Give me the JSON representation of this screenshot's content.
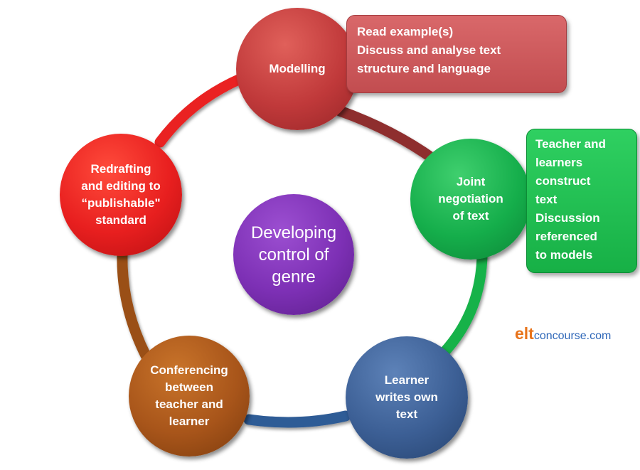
{
  "diagram": {
    "center": {
      "label": "Developing\ncontrol of\ngenre",
      "color": "#7d30b5"
    },
    "nodes": [
      {
        "id": "modelling",
        "label": "Modelling",
        "color": "#c0393a"
      },
      {
        "id": "joint",
        "label": "Joint\nnegotiation\nof text",
        "color": "#15ae4b"
      },
      {
        "id": "writes",
        "label": "Learner\nwrites own\ntext",
        "color": "#3c5f95"
      },
      {
        "id": "conference",
        "label": "Conferencing\nbetween\nteacher  and\nlearner",
        "color": "#a8551a"
      },
      {
        "id": "redrafting",
        "label": "Redrafting\nand editing to\n“publishable\"\nstandard",
        "color": "#e81f1f"
      }
    ],
    "notes": {
      "modelling": "Read example(s)\nDiscuss and analyse text\nstructure and language",
      "joint": "Teacher and\nlearners\nconstruct\ntext\nDiscussion\nreferenced\nto models"
    }
  },
  "brand": {
    "elt": "elt",
    "rest": "concourse.com"
  }
}
